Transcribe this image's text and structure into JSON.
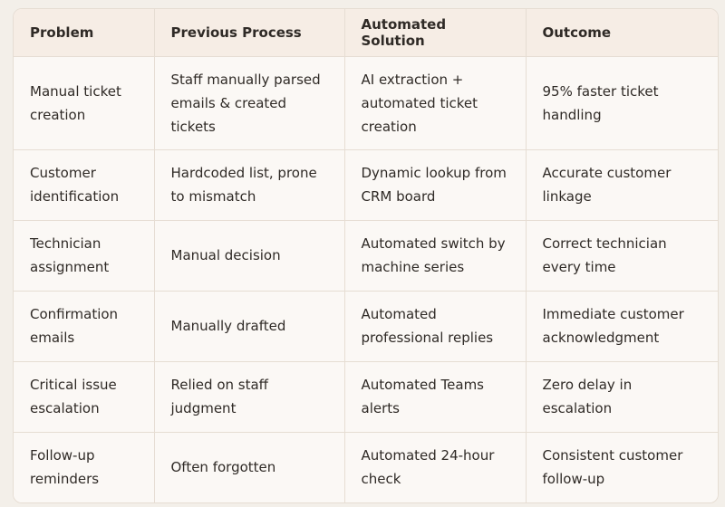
{
  "table": {
    "headers": [
      "Problem",
      "Previous Process",
      "Automated Solution",
      "Outcome"
    ],
    "rows": [
      [
        "Manual ticket creation",
        "Staff manually parsed emails & created tickets",
        "AI extraction + automated ticket creation",
        "95% faster ticket handling"
      ],
      [
        "Customer identification",
        "Hardcoded list, prone to mismatch",
        "Dynamic lookup from CRM board",
        "Accurate customer linkage"
      ],
      [
        "Technician assignment",
        "Manual decision",
        "Automated switch by machine series",
        "Correct technician every time"
      ],
      [
        "Confirmation emails",
        "Manually drafted",
        "Automated professional replies",
        "Immediate customer acknowledgment"
      ],
      [
        "Critical issue escalation",
        "Relied on staff judgment",
        "Automated Teams alerts",
        "Zero delay in escalation"
      ],
      [
        "Follow-up reminders",
        "Often forgotten",
        "Automated 24-hour check",
        "Consistent customer follow-up"
      ]
    ]
  }
}
